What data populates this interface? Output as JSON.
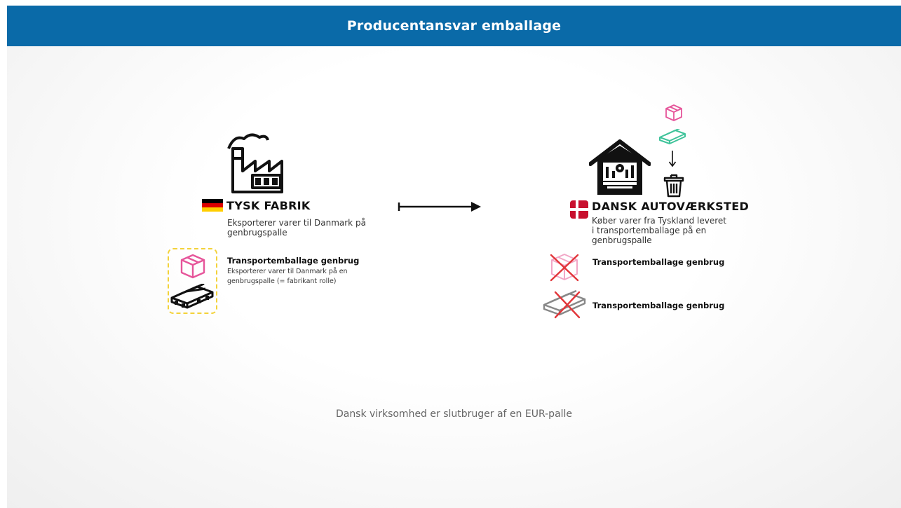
{
  "header": {
    "title": "Producentansvar emballage"
  },
  "left": {
    "name": "TYSK FABRIK",
    "description": "Eksporterer varer til Danmark på genbrugspalle",
    "packaging": {
      "title": "Transportemballage genbrug",
      "description": "Eksporterer varer til Danmark på en genbrugspalle (= fabrikant rolle)"
    }
  },
  "right": {
    "name": "DANSK AUTOVÆRKSTED",
    "description": "Køber varer fra Tyskland leveret i transportemballage på en genbrugspalle",
    "box_label": "Transportemballage genbrug",
    "pallet_label": "Transportemballage genbrug"
  },
  "footer": {
    "text": "Dansk virksomhed er slutbruger af en EUR-palle"
  },
  "colors": {
    "header_bg": "#0a6aa8",
    "box_pink": "#e6559a",
    "pallet_teal": "#3fc39a",
    "highlight_yellow": "#f3d23a",
    "cross_red": "#e2363a",
    "denmark_red": "#c8102e"
  },
  "icons": [
    "factory-icon",
    "germany-flag-icon",
    "box-icon",
    "pallet-icon",
    "arrow-icon",
    "workshop-icon",
    "trash-icon",
    "down-arrow-icon",
    "denmark-flag-icon"
  ]
}
